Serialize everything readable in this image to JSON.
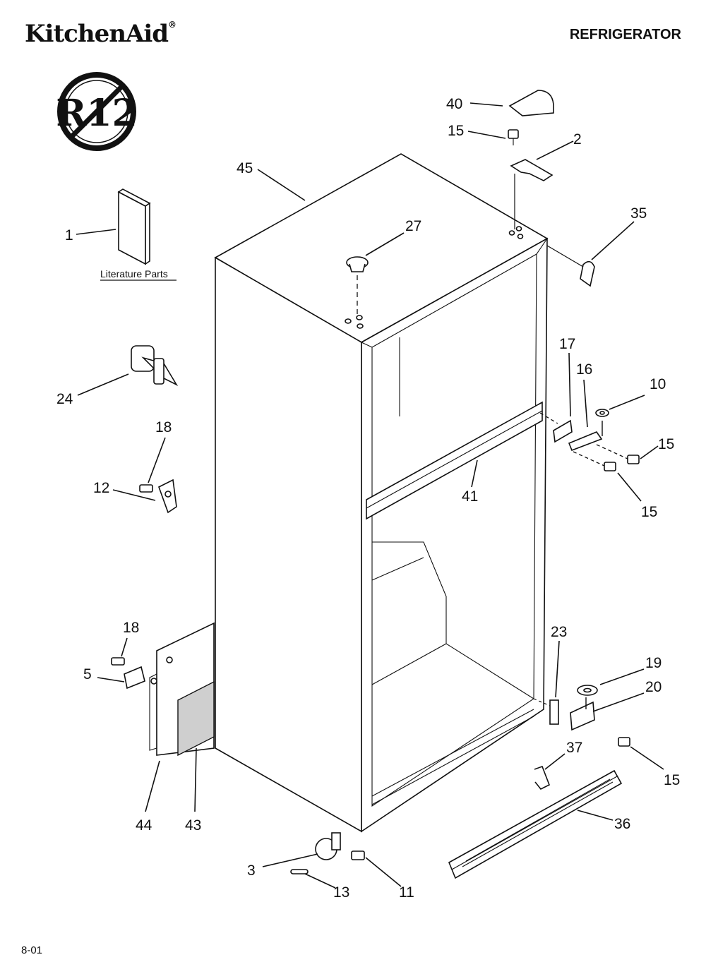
{
  "header": {
    "brand": "KitchenAid",
    "brand_mark": "®",
    "title": "REFRIGERATOR"
  },
  "badge": {
    "text": "R12",
    "meaning": "no-r12-symbol"
  },
  "literature_label": "Literature Parts",
  "callouts": {
    "p1": "1",
    "p2": "2",
    "p3": "3",
    "p5": "5",
    "p10": "10",
    "p11": "11",
    "p12": "12",
    "p13": "13",
    "p15a": "15",
    "p15b": "15",
    "p15c": "15",
    "p15d": "15",
    "p16": "16",
    "p17": "17",
    "p18a": "18",
    "p18b": "18",
    "p19": "19",
    "p20": "20",
    "p23": "23",
    "p24": "24",
    "p27": "27",
    "p35": "35",
    "p36": "36",
    "p37": "37",
    "p40": "40",
    "p41": "41",
    "p43": "43",
    "p44": "44",
    "p45": "45"
  },
  "footer": {
    "code": "8-01"
  }
}
